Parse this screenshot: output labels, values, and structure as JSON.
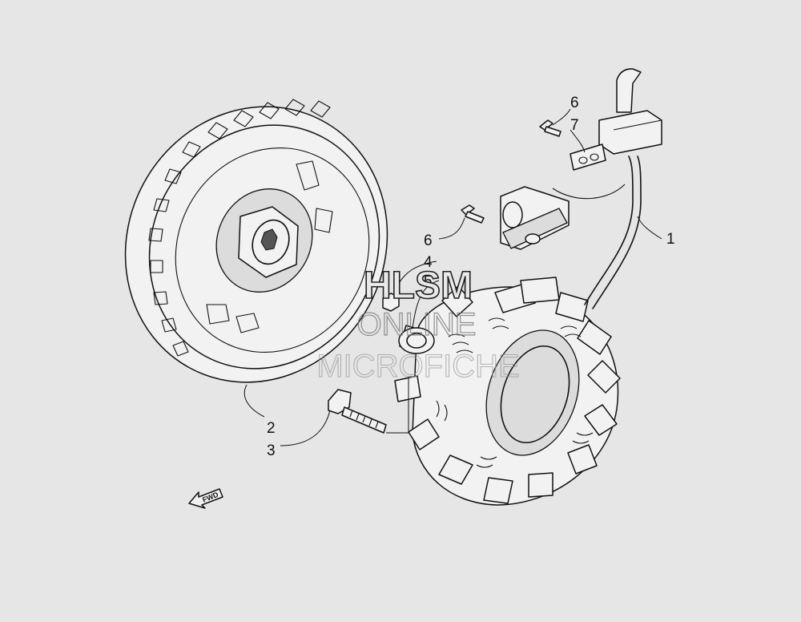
{
  "diagram": {
    "callouts": [
      {
        "id": "c6a",
        "label": "6"
      },
      {
        "id": "c7",
        "label": "7"
      },
      {
        "id": "c6b",
        "label": "6"
      },
      {
        "id": "c4",
        "label": "4"
      },
      {
        "id": "c5",
        "label": "5"
      },
      {
        "id": "c1",
        "label": "1"
      },
      {
        "id": "c2",
        "label": "2"
      },
      {
        "id": "c3",
        "label": "3"
      }
    ],
    "fwd_label": "FWD"
  },
  "watermark": {
    "line1": "HLSM",
    "line2": "ONLINE",
    "line3": "MICROFICHE"
  }
}
